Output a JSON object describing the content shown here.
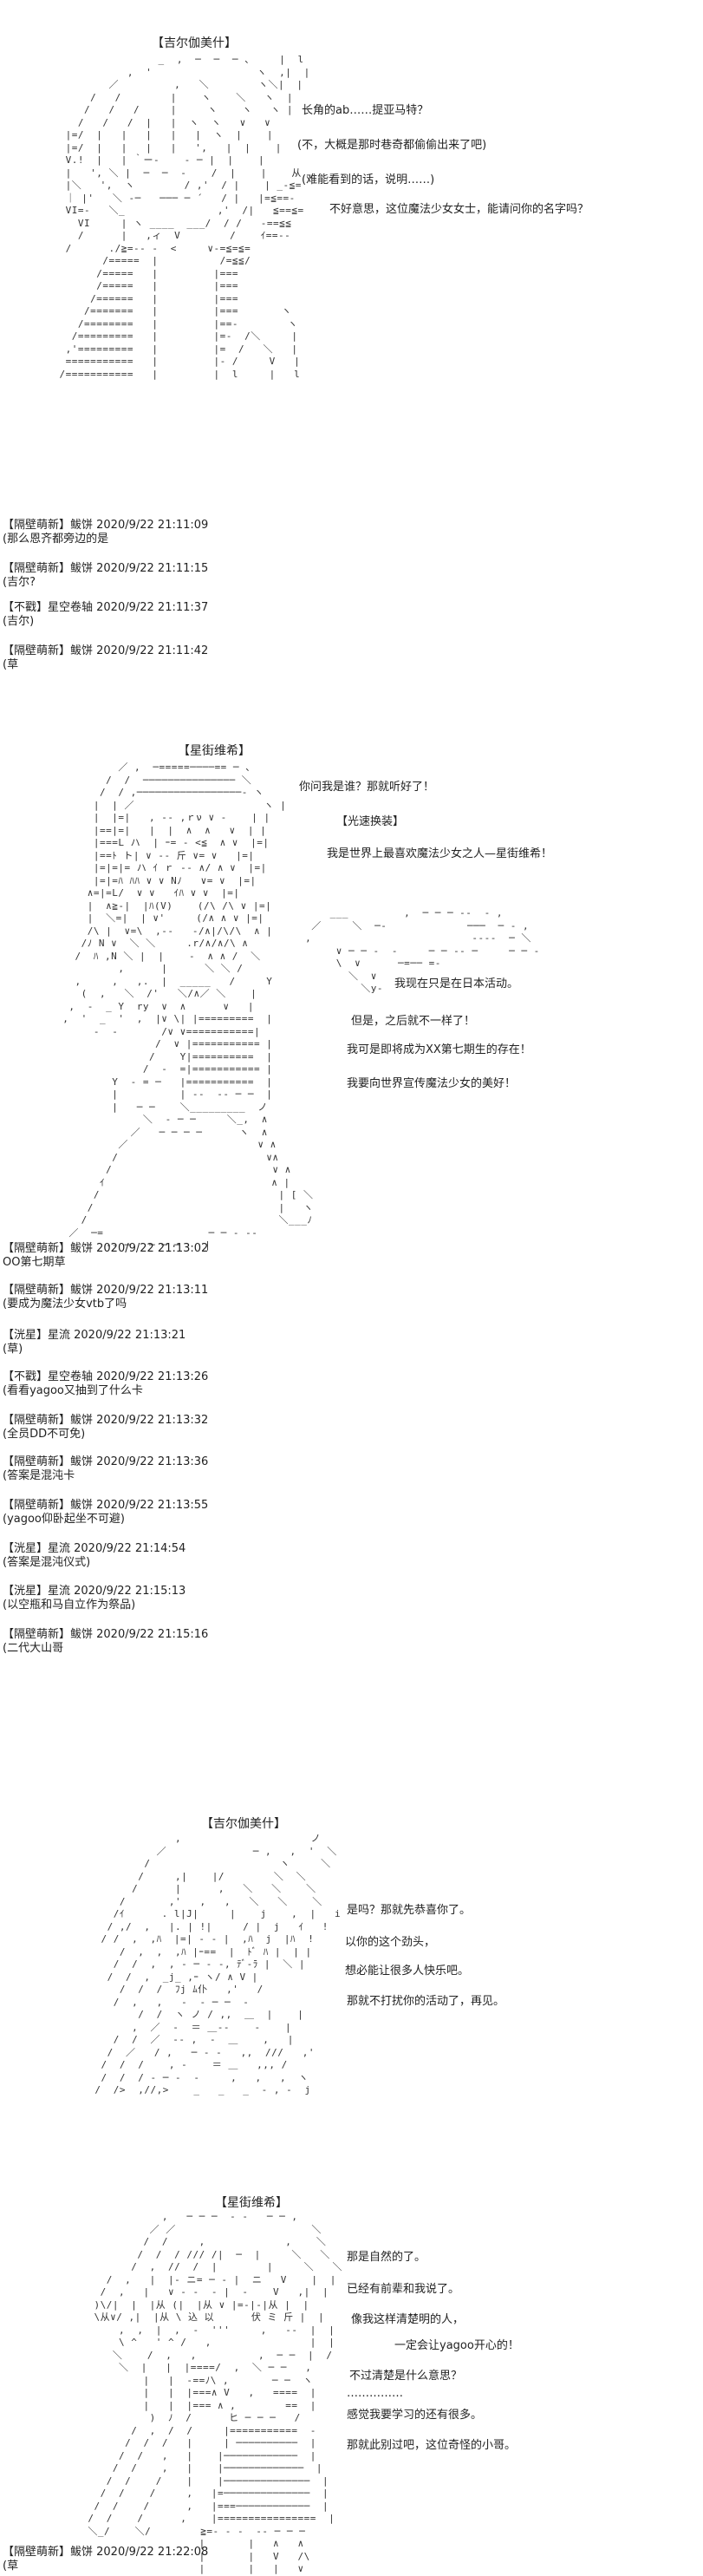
{
  "scenes": [
    {
      "title": "【吉尔伽美什】",
      "lines": [
        "长角的ab……提亚马特？",
        "(不，大概是那时巷奇都偷偷出来了吧)",
        "(难能看到的话，说明……)",
        "不好意思，这位魔法少女女士，能请问你的名字吗？"
      ]
    },
    {
      "title": "【星街维希】",
      "lines": [
        "你问我是谁？那就听好了！",
        "【光速换装】",
        "我是世界上最喜欢魔法少女之人—星街维希！",
        "我现在只是在日本活动。",
        "但是，之后就不一样了！",
        "我可是即将成为XX第七期生的存在！",
        "我要向世界宣传魔法少女的美好！"
      ]
    },
    {
      "title": "【吉尔伽美什】",
      "lines": [
        "是吗？那就先恭喜你了。",
        "以你的这个劲头，",
        "想必能让很多人快乐吧。",
        "那就不打扰你的活动了，再见。"
      ]
    },
    {
      "title": "【星街维希】",
      "lines": [
        "那是自然的了。",
        "已经有前辈和我说了。",
        "像我这样清楚明的人，",
        "一定会让yagoo开心的！",
        "不过清楚是什么意思？",
        "……………",
        "感觉我要学习的还有很多。",
        "那就此别过吧，这位奇怪的小哥。"
      ]
    }
  ],
  "comments": [
    {
      "meta": "【隔壁萌新】鲅饼 2020/9/22 21:11:09",
      "msg": "(那么恩齐都旁边的是"
    },
    {
      "meta": "【隔壁萌新】鲅饼 2020/9/22 21:11:15",
      "msg": "(吉尔?"
    },
    {
      "meta": "【不戳】星空卷轴 2020/9/22 21:11:37",
      "msg": "(吉尔)"
    },
    {
      "meta": "【隔壁萌新】鲅饼 2020/9/22 21:11:42",
      "msg": "(草"
    },
    {
      "meta": "【隔壁萌新】鲅饼 2020/9/22 21:13:02",
      "msg": "OO第七期草"
    },
    {
      "meta": "【隔壁萌新】鲅饼 2020/9/22 21:13:11",
      "msg": "(要成为魔法少女vtb了吗"
    },
    {
      "meta": "【洸星】星流 2020/9/22 21:13:21",
      "msg": "(草)"
    },
    {
      "meta": "【不戳】星空卷轴 2020/9/22 21:13:26",
      "msg": "(看看yagoo又抽到了什么卡"
    },
    {
      "meta": "【隔壁萌新】鲅饼 2020/9/22 21:13:32",
      "msg": "(全员DD不可免)"
    },
    {
      "meta": "【隔壁萌新】鲅饼 2020/9/22 21:13:36",
      "msg": "(答案是混沌卡"
    },
    {
      "meta": "【隔壁萌新】鲅饼 2020/9/22 21:13:55",
      "msg": "(yagoo仰卧起坐不可避)"
    },
    {
      "meta": "【洸星】星流 2020/9/22 21:14:54",
      "msg": "(答案是混沌仪式)"
    },
    {
      "meta": "【洸星】星流 2020/9/22 21:15:13",
      "msg": "(以空瓶和马自立作为祭品)"
    },
    {
      "meta": "【隔壁萌新】鲅饼 2020/9/22 21:15:16",
      "msg": "(二代大山哥"
    },
    {
      "meta": "【隔壁萌新】鲅饼 2020/9/22 21:22:08",
      "msg": "(草"
    }
  ]
}
